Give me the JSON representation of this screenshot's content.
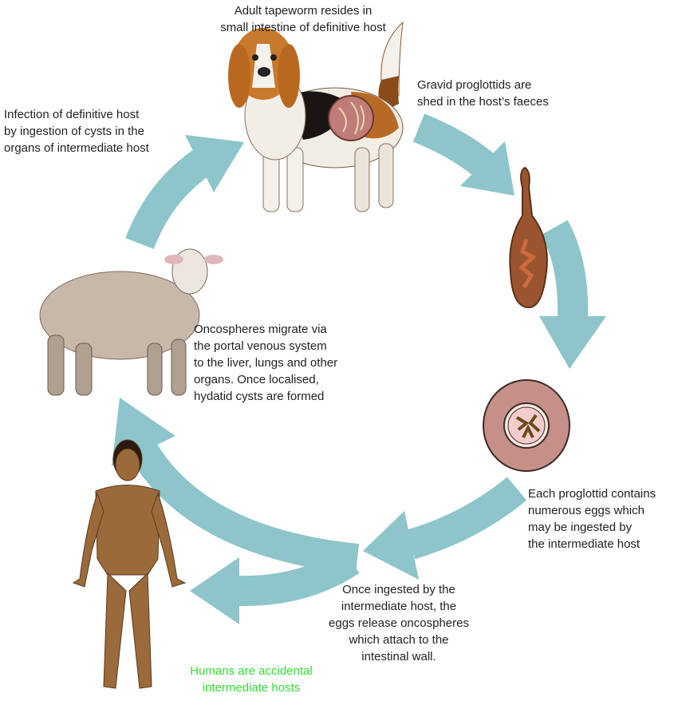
{
  "colors": {
    "arrow": "#8dc5ca",
    "text": "#222222",
    "highlight": "#33dd33",
    "egg_outer": "#c49088",
    "egg_inner": "#f5cccc"
  },
  "labels": {
    "adult_tapeworm": "Adult tapeworm resides in\nsmall intestine of definitive host",
    "gravid_proglottids": "Gravid proglottids are\nshed in the host’s faeces",
    "infection_definitive": "Infection of definitive host\nby ingestion of cysts in the\norgans of intermediate host",
    "oncospheres_migrate": "Oncospheres migrate via\nthe portal venous system\nto the liver, lungs and other\norgans. Once localised,\nhydatid cysts are formed",
    "each_proglottid": "Each proglottid contains\nnumerous eggs which\nmay be ingested by\nthe intermediate host",
    "once_ingested": "Once ingested by the\nintermediate host, the\neggs release oncospheres\nwhich attach to the\nintestinal wall.",
    "humans_accidental": "Humans are accidental\nintermediate hosts"
  }
}
